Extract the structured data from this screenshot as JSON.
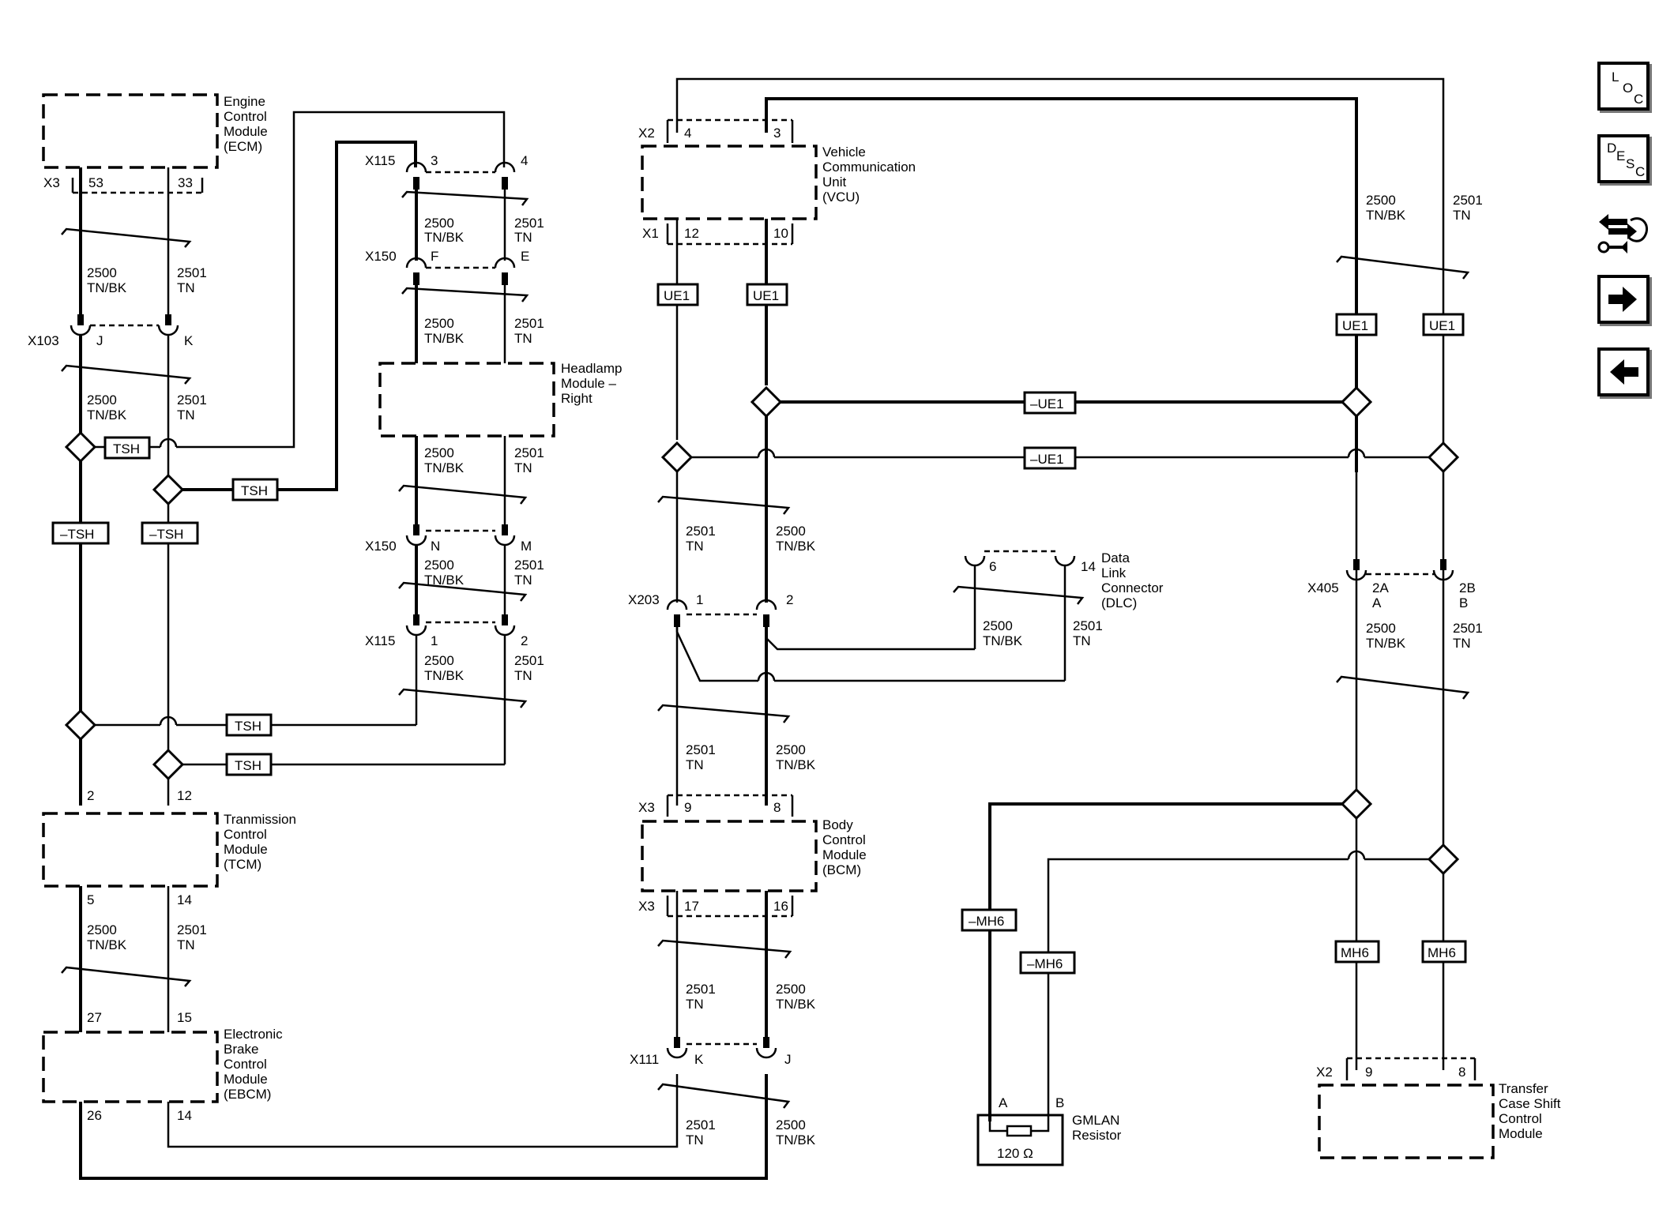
{
  "modules": {
    "ecm": [
      "Engine",
      "Control",
      "Module",
      "(ECM)"
    ],
    "vcu": [
      "Vehicle",
      "Communication",
      "Unit",
      "(VCU)"
    ],
    "headlamp": [
      "Headlamp",
      "Module –",
      "Right"
    ],
    "tcm": [
      "Tranmission",
      "Control",
      "Module",
      "(TCM)"
    ],
    "ebcm": [
      "Electronic",
      "Brake",
      "Control",
      "Module",
      "(EBCM)"
    ],
    "bcm": [
      "Body",
      "Control",
      "Module",
      "(BCM)"
    ],
    "dlc": [
      "Data",
      "Link",
      "Connector",
      "(DLC)"
    ],
    "gmlan": [
      "GMLAN",
      "Resistor"
    ],
    "tcsm": [
      "Transfer",
      "Case Shift",
      "Control",
      "Module"
    ]
  },
  "connectors": {
    "x3": "X3",
    "x115": "X115",
    "x150": "X150",
    "x103": "X103",
    "x2": "X2",
    "x1": "X1",
    "x203": "X203",
    "x405": "X405",
    "x111": "X111"
  },
  "pins": {
    "ecm_53": "53",
    "ecm_33": "33",
    "x115_3": "3",
    "x115_4": "4",
    "x150_f": "F",
    "x150_e": "E",
    "x103_j": "J",
    "x103_k": "K",
    "x150_n": "N",
    "x150_m": "M",
    "x115_1": "1",
    "x115_2": "2",
    "tcm_2": "2",
    "tcm_12": "12",
    "tcm_5": "5",
    "tcm_14": "14",
    "ebcm_27": "27",
    "ebcm_15": "15",
    "ebcm_26": "26",
    "ebcm_14": "14",
    "vcu_4": "4",
    "vcu_3": "3",
    "vcu_12": "12",
    "vcu_10": "10",
    "x203_1": "1",
    "x203_2": "2",
    "dlc_6": "6",
    "dlc_14": "14",
    "x405_2a": "2A",
    "x405_a": "A",
    "x405_2b": "2B",
    "x405_b": "B",
    "bcm_9": "9",
    "bcm_8": "8",
    "bcm_17": "17",
    "bcm_16": "16",
    "x111_k": "K",
    "x111_j": "J",
    "res_a": "A",
    "res_b": "B",
    "tcsm_9": "9",
    "tcsm_8": "8"
  },
  "wires": {
    "c2500": "2500",
    "c2501": "2501",
    "tnbk": "TN/BK",
    "tn": "TN"
  },
  "labels": {
    "tsh": "TSH",
    "ntsh": "–TSH",
    "ue1": "UE1",
    "nue1": "–UE1",
    "mh6": "MH6",
    "nmh6": "–MH6"
  },
  "resistor_value": "120 Ω",
  "nav": {
    "loc": [
      "L",
      "O",
      "C"
    ],
    "desc": [
      "D",
      "E",
      "S",
      "C"
    ],
    "icons": [
      "component-views-icon",
      "next-arrow-icon",
      "previous-arrow-icon"
    ]
  }
}
